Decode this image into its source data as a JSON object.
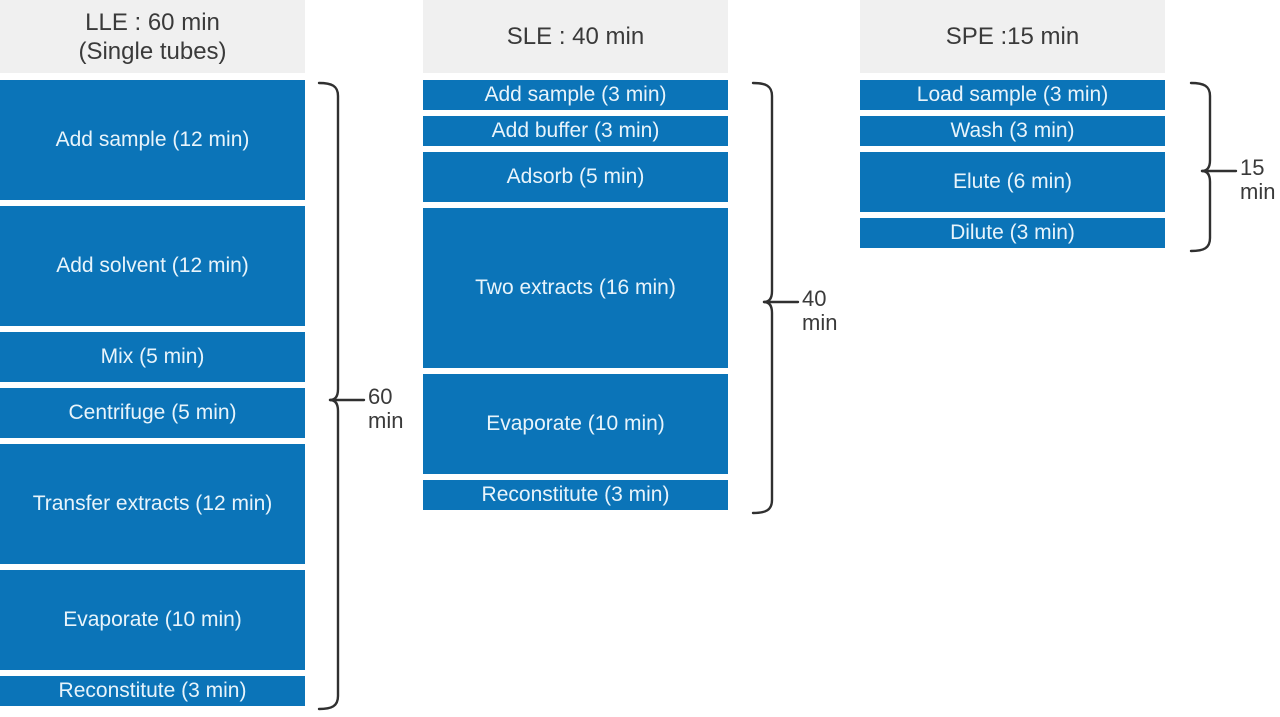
{
  "figure": {
    "background": "#ffffff",
    "bar_fill": "#0b74b8",
    "bar_text_color": "#e8f4fb",
    "header_bg": "#f0f0f0",
    "header_text_color": "#3a3a3a",
    "brace_color": "#303030",
    "brace_label_color": "#3a3a3a"
  },
  "columns": [
    {
      "id": "lle",
      "header_lines": [
        "LLE : 60 min",
        "(Single tubes)"
      ],
      "total_label_lines": [
        "60",
        "min"
      ],
      "steps": [
        {
          "label": "Add sample (12 min)",
          "minutes": 12
        },
        {
          "label": "Add solvent (12 min)",
          "minutes": 12
        },
        {
          "label": "Mix (5 min)",
          "minutes": 5
        },
        {
          "label": "Centrifuge (5 min)",
          "minutes": 5
        },
        {
          "label": "Transfer extracts (12 min)",
          "minutes": 12
        },
        {
          "label": "Evaporate (10 min)",
          "minutes": 10
        },
        {
          "label": "Reconstitute (3 min)",
          "minutes": 3
        }
      ]
    },
    {
      "id": "sle",
      "header_lines": [
        "SLE : 40 min"
      ],
      "total_label_lines": [
        "40",
        "min"
      ],
      "steps": [
        {
          "label": "Add sample (3 min)",
          "minutes": 3
        },
        {
          "label": "Add buffer (3 min)",
          "minutes": 3
        },
        {
          "label": "Adsorb (5 min)",
          "minutes": 5
        },
        {
          "label": "Two extracts (16 min)",
          "minutes": 16
        },
        {
          "label": "Evaporate (10 min)",
          "minutes": 10
        },
        {
          "label": "Reconstitute (3 min)",
          "minutes": 3
        }
      ]
    },
    {
      "id": "spe",
      "header_lines": [
        "SPE :15 min"
      ],
      "total_label_lines": [
        "15",
        "min"
      ],
      "steps": [
        {
          "label": "Load sample (3 min)",
          "minutes": 3
        },
        {
          "label": "Wash (3 min)",
          "minutes": 3
        },
        {
          "label": "Elute (6 min)",
          "minutes": 6
        },
        {
          "label": "Dilute (3 min)",
          "minutes": 3
        }
      ]
    }
  ],
  "chart_data": [
    {
      "type": "bar",
      "title": "LLE : 60 min (Single tubes)",
      "categories": [
        "Add sample",
        "Add solvent",
        "Mix",
        "Centrifuge",
        "Transfer extracts",
        "Evaporate",
        "Reconstitute"
      ],
      "values": [
        12,
        12,
        5,
        5,
        12,
        10,
        3
      ],
      "total_minutes_label": "60 min",
      "ylabel": "minutes",
      "layout": "vertical stacked segments, heights proportional to minutes, brace on right with total"
    },
    {
      "type": "bar",
      "title": "SLE : 40 min",
      "categories": [
        "Add sample",
        "Add buffer",
        "Adsorb",
        "Two extracts",
        "Evaporate",
        "Reconstitute"
      ],
      "values": [
        3,
        3,
        5,
        16,
        10,
        3
      ],
      "total_minutes_label": "40 min",
      "ylabel": "minutes",
      "layout": "vertical stacked segments, heights proportional to minutes, brace on right with total"
    },
    {
      "type": "bar",
      "title": "SPE :15 min",
      "categories": [
        "Load sample",
        "Wash",
        "Elute",
        "Dilute"
      ],
      "values": [
        3,
        3,
        6,
        3
      ],
      "total_minutes_label": "15 min",
      "ylabel": "minutes",
      "layout": "vertical stacked segments, heights proportional to minutes, brace on right with total"
    }
  ]
}
